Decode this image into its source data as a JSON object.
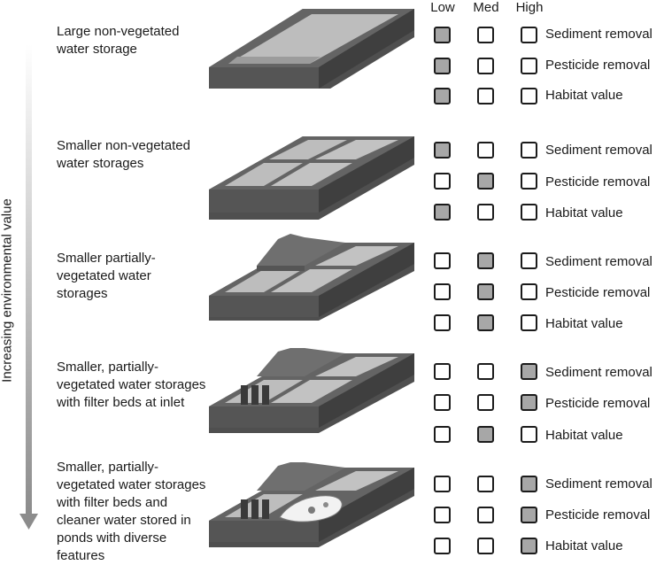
{
  "header": {
    "low": "Low",
    "med": "Med",
    "high": "High"
  },
  "axis": {
    "label": "Increasing environmental value"
  },
  "metric_labels": [
    "Sediment removal",
    "Pesticide removal",
    "Habitat value"
  ],
  "levels": [
    "low",
    "med",
    "high"
  ],
  "colors": {
    "filled_box": "#a7a7a7",
    "tank_body": "#5a5a5a",
    "water": "#b9b9b9",
    "vegetation": "#6f6f6f",
    "pond": "#f2f2f2"
  },
  "rows": [
    {
      "label": "Large non-vegetated water storage",
      "tank_type": "single",
      "ratings": {
        "sediment": "low",
        "pesticide": "low",
        "habitat": "low"
      }
    },
    {
      "label": "Smaller non-vegetated water storages",
      "tank_type": "four-cell",
      "ratings": {
        "sediment": "low",
        "pesticide": "med",
        "habitat": "low"
      }
    },
    {
      "label": "Smaller partially-vegetated water storages",
      "tank_type": "four-cell-vegetated",
      "ratings": {
        "sediment": "med",
        "pesticide": "med",
        "habitat": "med"
      }
    },
    {
      "label": "Smaller, partially-vegetated water storages with filter beds at inlet",
      "tank_type": "four-cell-vegetated-filter",
      "ratings": {
        "sediment": "high",
        "pesticide": "high",
        "habitat": "med"
      }
    },
    {
      "label": "Smaller, partially-vegetated water storages with filter beds and cleaner water stored in ponds with diverse features",
      "tank_type": "four-cell-vegetated-filter-pond",
      "ratings": {
        "sediment": "high",
        "pesticide": "high",
        "habitat": "high"
      }
    }
  ]
}
